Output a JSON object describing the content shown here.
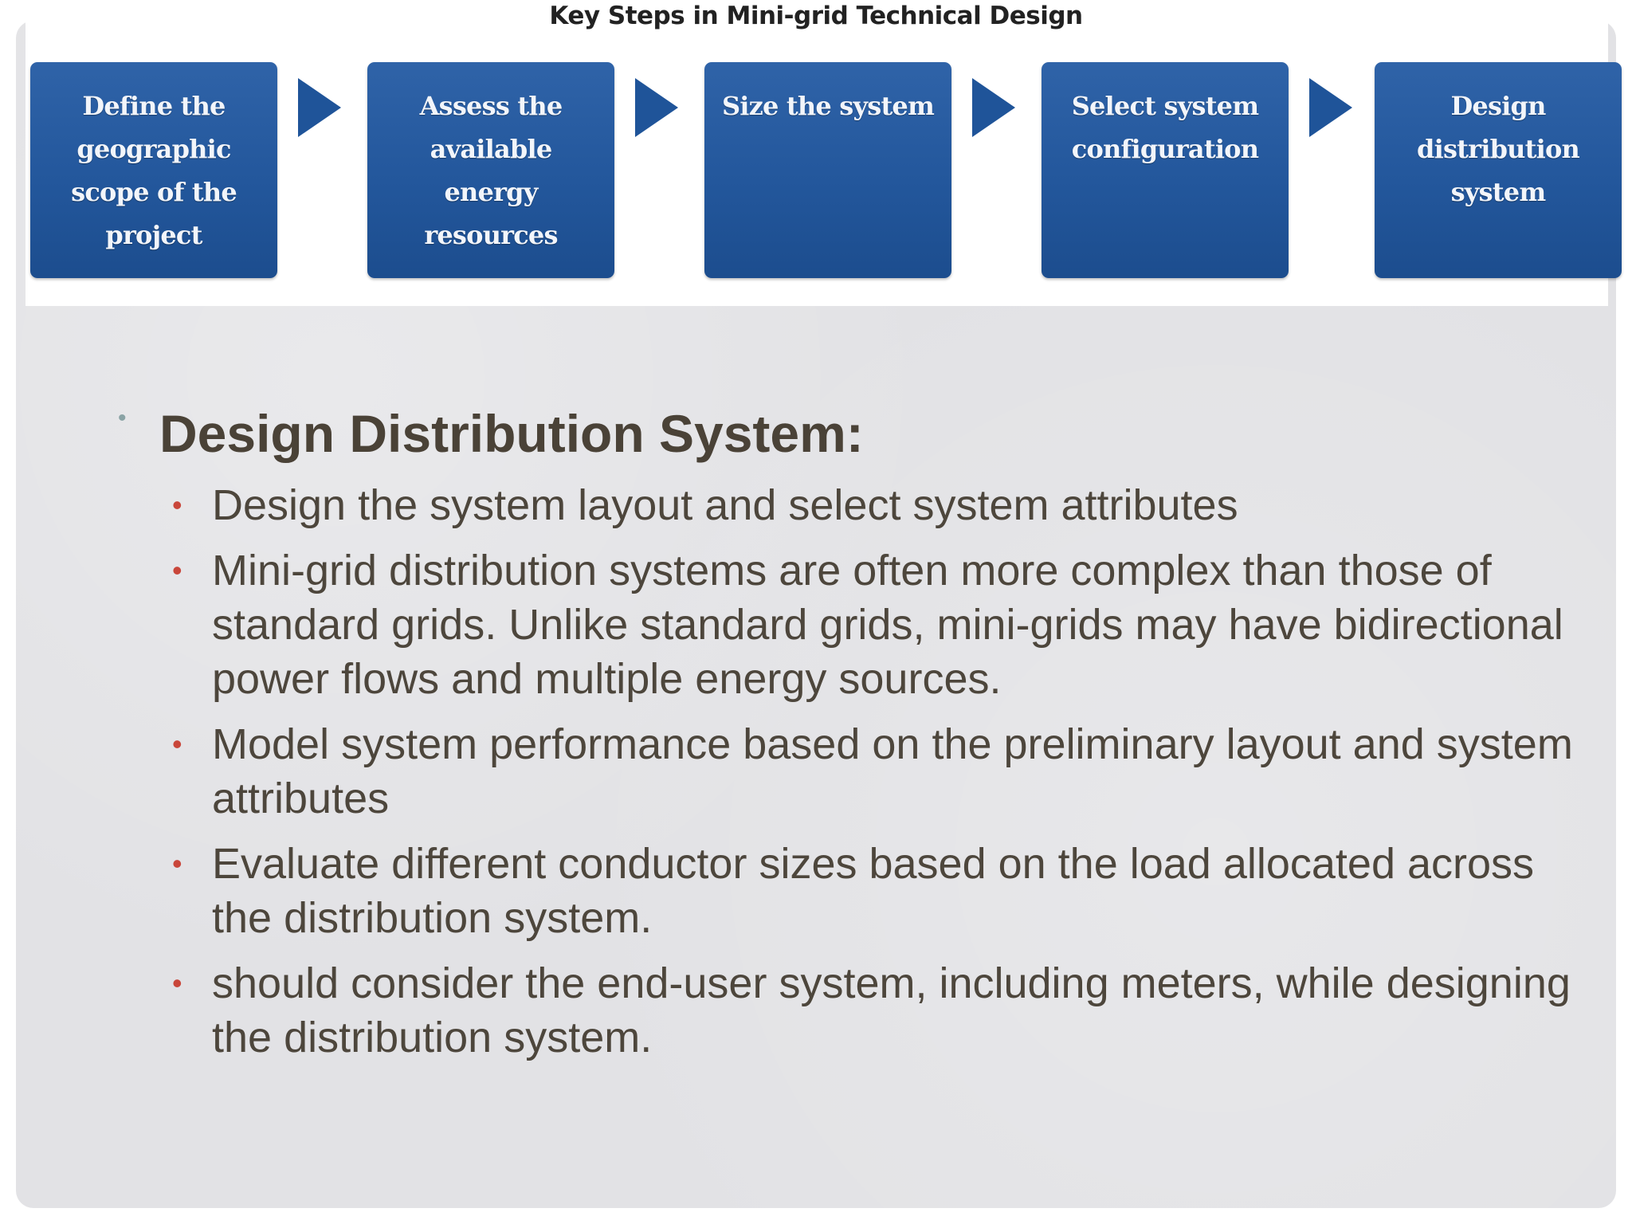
{
  "diagram": {
    "title": "Key Steps in Mini-grid Technical Design",
    "steps": [
      {
        "label": "Define the geographic scope of the project"
      },
      {
        "label": "Assess the available energy resources"
      },
      {
        "label": "Size the system"
      },
      {
        "label": "Select system configuration"
      },
      {
        "label": "Design distribution system"
      }
    ],
    "box_color": "#23579c",
    "arrow_color": "#1f5499"
  },
  "section": {
    "heading": "Design Distribution System:",
    "bullets": [
      "Design the system layout and select system attributes",
      "Mini-grid distribution systems are often more complex than those of standard grids. Unlike standard grids, mini-grids may have bidirectional power flows and multiple energy sources.",
      "Model system performance based on the preliminary layout and system attributes",
      "Evaluate different conductor sizes based on the load allocated across the distribution system.",
      "should consider the end-user system, including meters, while designing the distribution system."
    ],
    "heading_color": "#4a4237",
    "bullet_color": "#c9463a"
  }
}
